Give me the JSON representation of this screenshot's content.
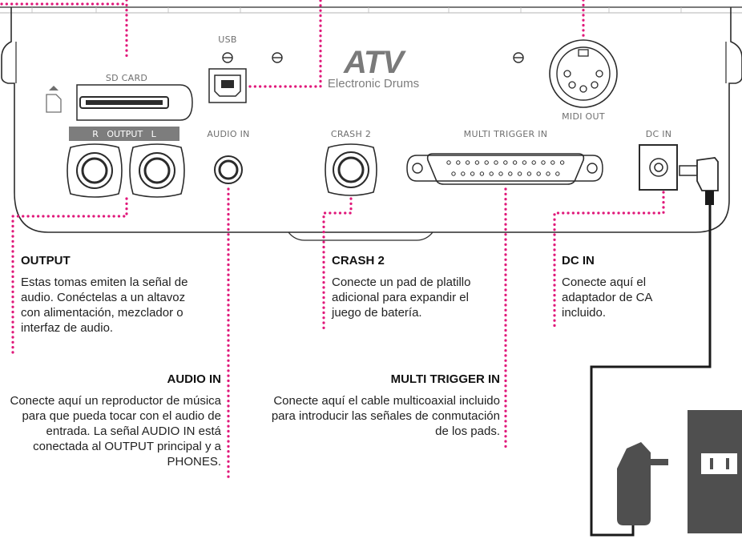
{
  "panel": {
    "sd_card": "SD CARD",
    "usb": "USB",
    "output_bar": "R   OUTPUT   L",
    "audio_in": "AUDIO IN",
    "crash2": "CRASH 2",
    "multi_trigger_in": "MULTI TRIGGER IN",
    "dc_in": "DC IN",
    "midi_out": "MIDI OUT",
    "logo": "ATV",
    "logo_sub": "Electronic Drums"
  },
  "annotations": {
    "output": {
      "title": "OUTPUT",
      "body": "Estas tomas emiten la señal de audio. Conéctelas a un altavoz con alimentación, mezclador o interfaz de audio."
    },
    "crash2": {
      "title": "CRASH 2",
      "body": "Conecte un pad de platillo adicional para expandir el juego de batería."
    },
    "dcin": {
      "title": "DC IN",
      "body": "Conecte aquí el adaptador de CA incluido."
    },
    "audioin": {
      "title": "AUDIO IN",
      "body": "Conecte aquí un reproductor de música para que pueda tocar con el audio de entrada. La señal AUDIO IN está conectada al OUTPUT principal y a PHONES."
    },
    "multitrigger": {
      "title": "MULTI TRIGGER IN",
      "body": "Conecte aquí el cable multicoaxial incluido para introducir las señales de conmutación de los pads."
    }
  },
  "colors": {
    "leader": "#e0187a",
    "panel_line": "#2b2b2b",
    "label_gray": "#6f6f6f",
    "output_bar": "#7d7d7d",
    "adapter": "#4f4f4f"
  }
}
